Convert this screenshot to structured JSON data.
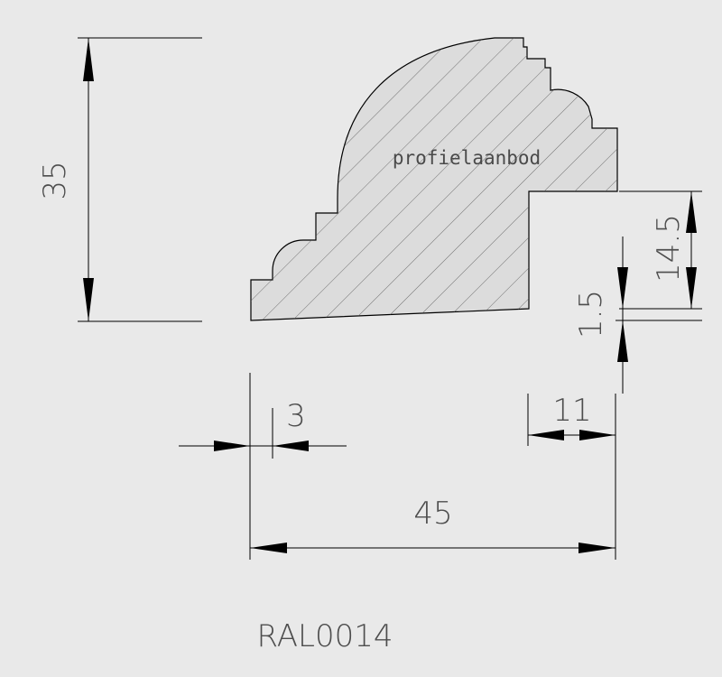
{
  "drawing": {
    "watermark": "profielaanbod",
    "code": "RAL0014",
    "background": "#e9e9e9",
    "profile_fill": "#dcdcdc",
    "dimensions": {
      "height_total": "35",
      "height_step": "14.5",
      "height_gap": "1.5",
      "width_total": "45",
      "width_tongue": "11",
      "width_lip": "3"
    }
  }
}
